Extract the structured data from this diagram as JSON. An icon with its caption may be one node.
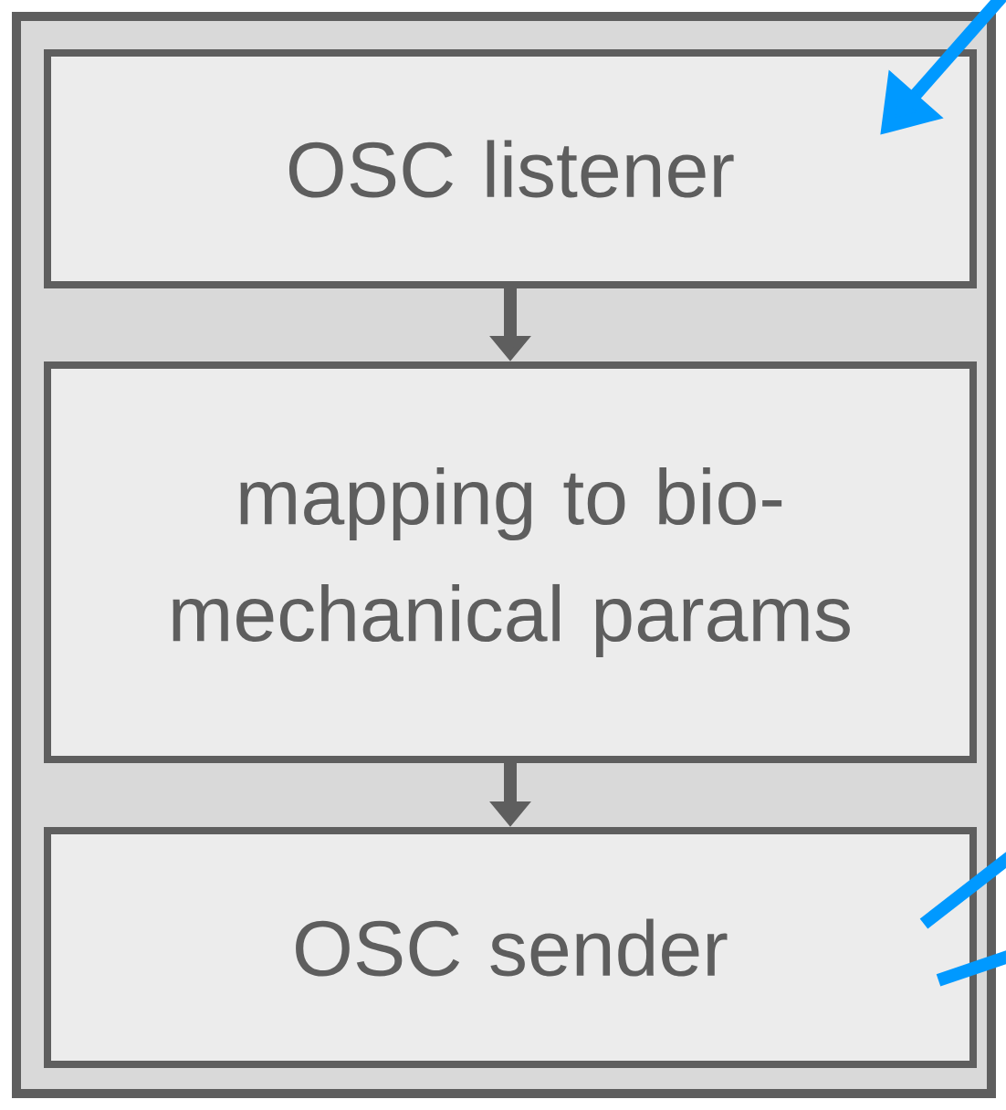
{
  "diagram": {
    "nodes": [
      {
        "text": [],
        "shape": "box"
      },
      {
        "text": [
          "OSC listener"
        ],
        "in": 0
      },
      {
        "text": [
          "mapping to bio-mechanical params"
        ],
        "in": 0
      },
      {
        "text": [
          "OSC sender"
        ],
        "in": 0
      }
    ],
    "edges": [
      {
        "from": 1,
        "to": 2,
        "arrow": "to",
        "color": "#5e5e5e"
      },
      {
        "from": 2,
        "to": 3,
        "arrow": "to",
        "color": "#5e5e5e"
      },
      {
        "from": null,
        "to": 1,
        "arrow": "to"
      },
      {
        "from": 3,
        "to": null,
        "arrow": "none"
      },
      {
        "from": 3,
        "to": null,
        "arrow": "none"
      }
    ]
  }
}
